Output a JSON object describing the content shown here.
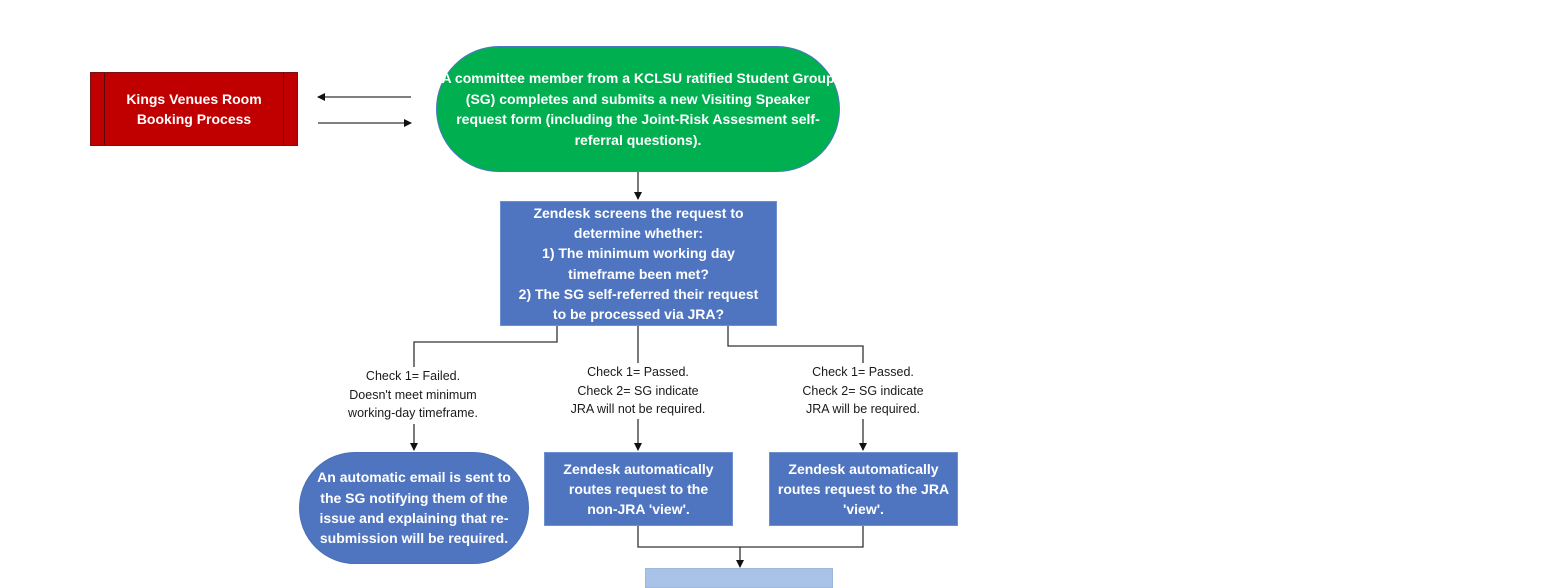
{
  "diagram": {
    "external_process": {
      "label": "Kings Venues Room Booking Process",
      "color": "#c00000"
    },
    "start": {
      "text": "A  committee member from a KCLSU ratified Student Group (SG) completes and submits a new Visiting Speaker request form (including the Joint-Risk Assesment self-referral questions).",
      "color": "#00b050"
    },
    "screen": {
      "lines": [
        "Zendesk  screens the request to",
        "determine whether:",
        "1) The minimum working day",
        "timeframe been met?",
        "2) The SG self-referred their request",
        "to be processed via JRA?"
      ],
      "color": "#4f75c0"
    },
    "branches": [
      {
        "condition_lines": [
          "Check 1= Failed.",
          "Doesn't meet minimum",
          "working-day timeframe."
        ],
        "outcome": "An automatic email is sent to the SG notifying them of the issue and explaining that re-submission will be required."
      },
      {
        "condition_lines": [
          "Check 1= Passed.",
          "Check 2= SG indicate",
          "JRA will not be required."
        ],
        "outcome": "Zendesk automatically routes request to the non-JRA 'view'."
      },
      {
        "condition_lines": [
          "Check 1= Passed.",
          "Check 2= SG indicate",
          "JRA will be required."
        ],
        "outcome": "Zendesk automatically routes request to the JRA 'view'."
      }
    ],
    "line_color": "#222222"
  }
}
